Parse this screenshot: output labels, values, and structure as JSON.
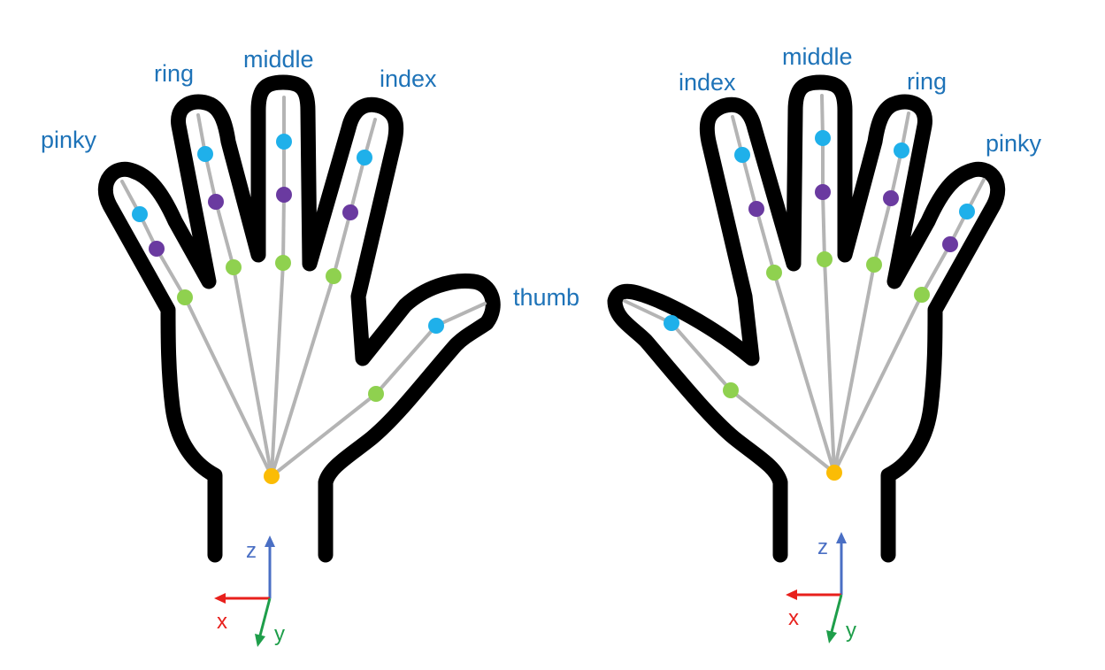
{
  "labels": {
    "left_hand": {
      "pinky": "pinky",
      "ring": "ring",
      "middle": "middle",
      "index": "index",
      "thumb": "thumb"
    },
    "right_hand": {
      "index": "index",
      "middle": "middle",
      "ring": "ring",
      "pinky": "pinky"
    },
    "axes": {
      "x": "x",
      "y": "y",
      "z": "z"
    }
  },
  "colors": {
    "outline": "#000000",
    "bone": "#b4b4b4",
    "finger_label": "#1e73b8",
    "wrist_joint": "#fbbc05",
    "base_joint": "#8fd14f",
    "middle_joint": "#6a3aa0",
    "tip_joint": "#1fb0ea",
    "axis_x": "#e8201c",
    "axis_y": "#1e9e4a",
    "axis_z": "#4a6fc4"
  }
}
